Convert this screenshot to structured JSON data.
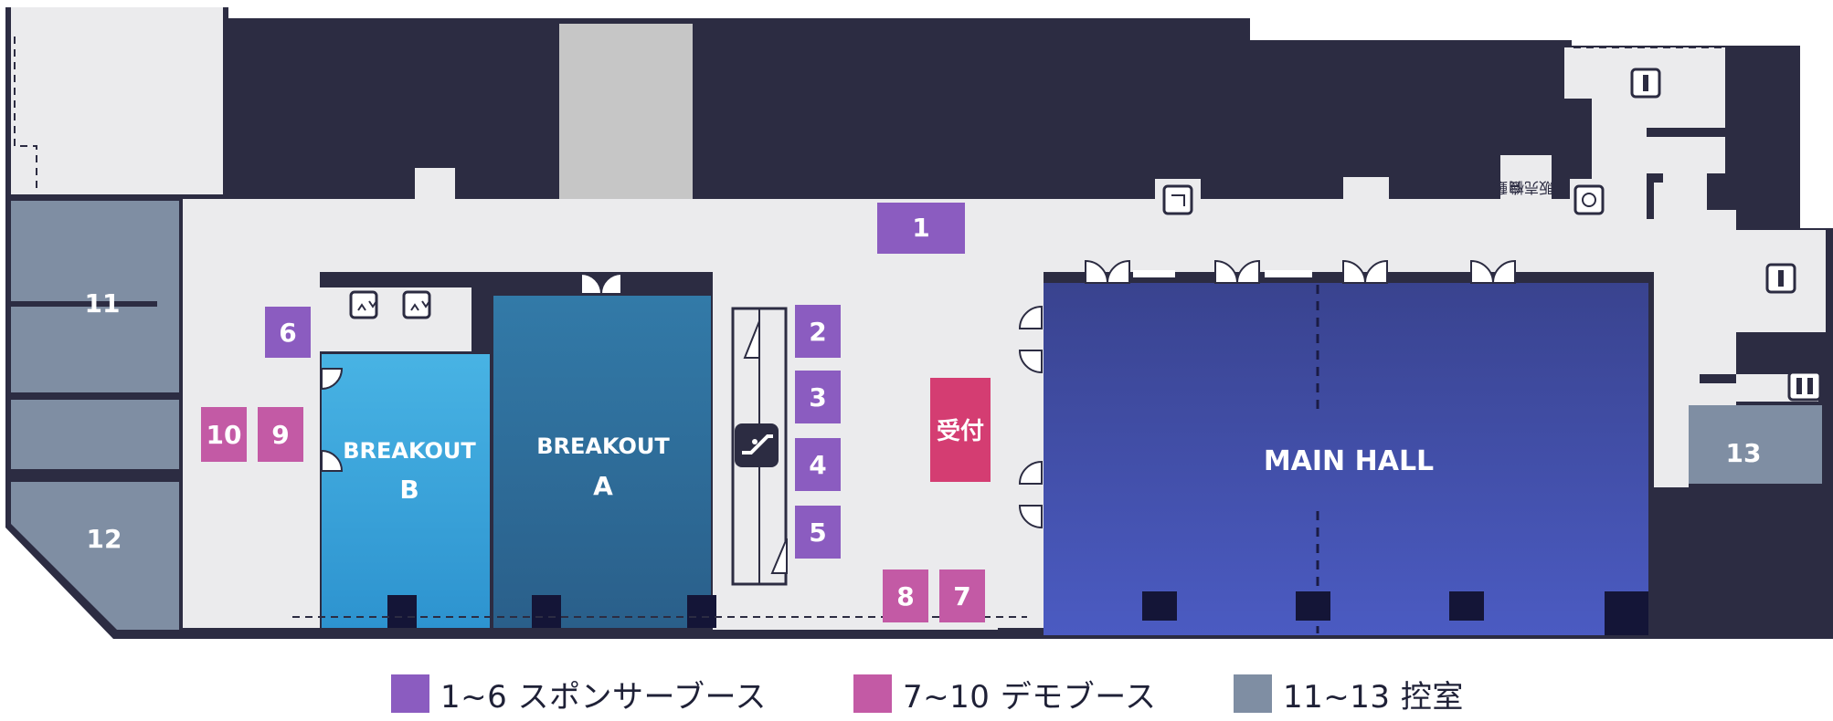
{
  "colors": {
    "wall": "#2c2c42",
    "floor": "#ebebed",
    "sponsor_booth": "#8b5cc0",
    "demo_booth": "#c35aa5",
    "green_room": "#7f8ea3",
    "reception": "#d43d72",
    "breakout_b": "#3aa4db",
    "breakout_a": "#2f6b9a",
    "main_hall": "#3d4ba6",
    "storage": "#c6c6c6"
  },
  "rooms": {
    "main_hall": "MAIN HALL",
    "breakout_a": [
      "BREAKOUT",
      "A"
    ],
    "breakout_b": [
      "BREAKOUT",
      "B"
    ],
    "reception": "受付",
    "vending": [
      "自動",
      "販売機"
    ]
  },
  "booths": {
    "sponsor": [
      "1",
      "2",
      "3",
      "4",
      "5",
      "6"
    ],
    "demo": [
      "7",
      "8",
      "9",
      "10"
    ],
    "green_rooms": [
      "11",
      "12",
      "13"
    ]
  },
  "legend": [
    {
      "label": "1~6  スポンサーブース",
      "color": "#8b5cc0"
    },
    {
      "label": "7~10  デモブース",
      "color": "#c35aa5"
    },
    {
      "label": "11~13  控室",
      "color": "#7f8ea3"
    }
  ],
  "icons": [
    "restroom-icon",
    "accessible-restroom-icon",
    "elevator-icon",
    "escalator-icon",
    "smoking-area-icon",
    "telephone-icon",
    "door-icon"
  ]
}
